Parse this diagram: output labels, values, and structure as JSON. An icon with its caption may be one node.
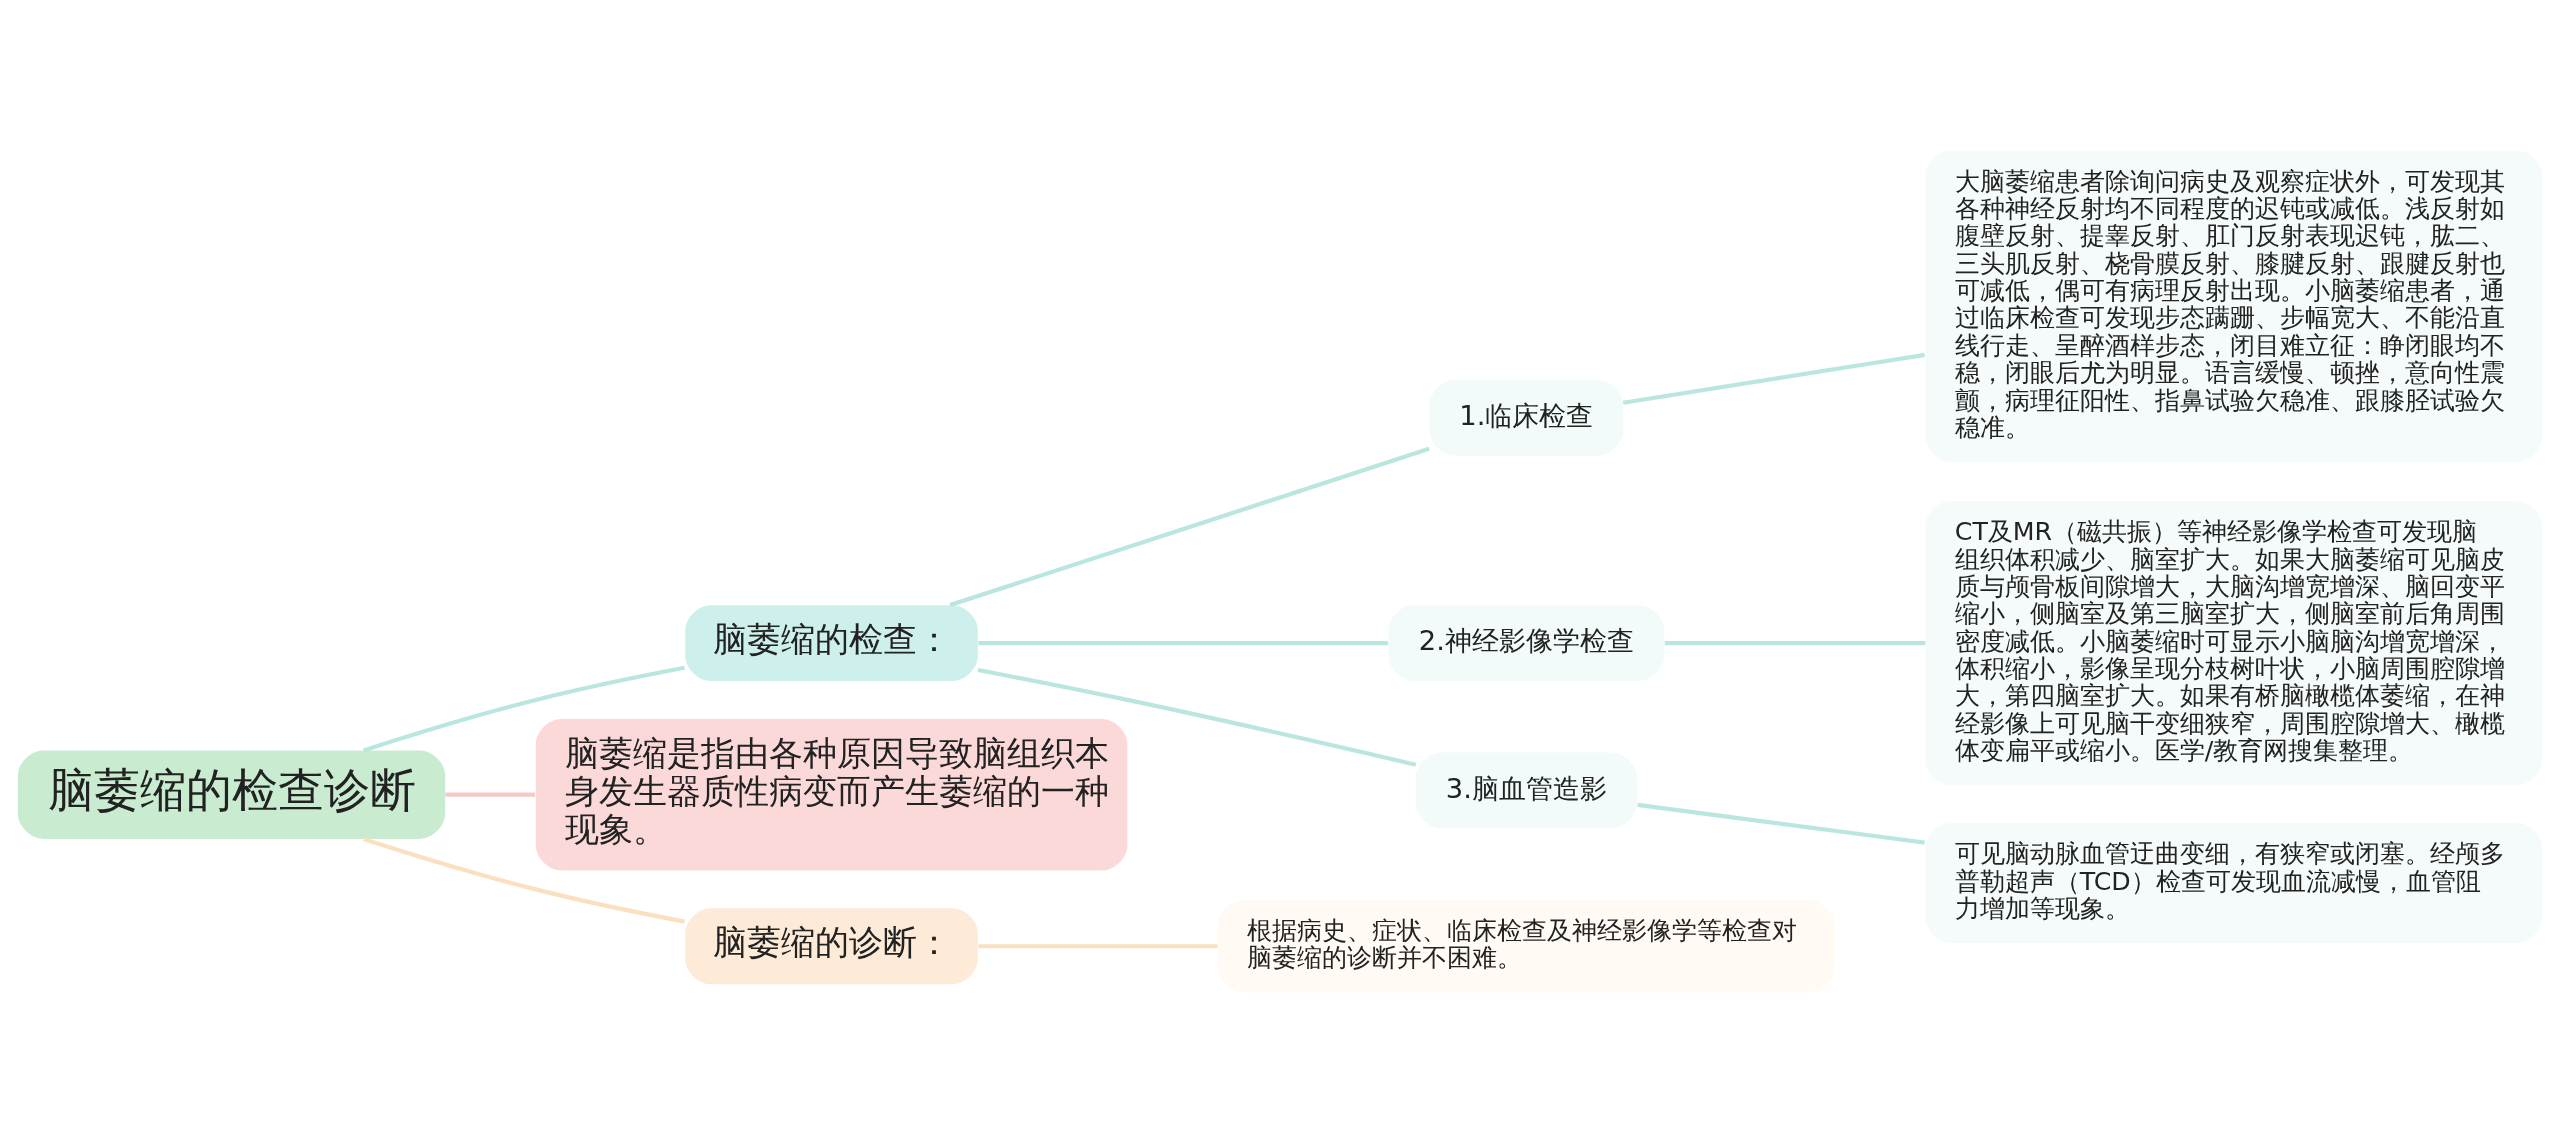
{
  "diagram": {
    "nodes": [
      {
        "text": [
          "脑萎缩的检查诊断"
        ]
      },
      {
        "text": [
          "脑萎缩的检查："
        ]
      },
      {
        "text": [
          "1.临床检查"
        ]
      },
      {
        "text": [
          "大脑萎缩患者除询问病史及观察症状外，可发现其各种神经反射均不同程度的迟钝或减低。浅反射如腹壁反射、提睾反射、肛门反射表现迟钝，肱二、三头肌反射、桡骨膜反射、膝腱反射、跟腱反射也可减低，偶可有病理反射出现。小脑萎缩患者，通过临床检查可发现步态蹒跚、步幅宽大、不能沿直线行走、呈醉酒样步态，闭目难立征：睁闭眼均不稳，闭眼后尤为明显。语言缓慢、顿挫，意向性震颤，病理征阳性、指鼻试验欠稳准、跟膝胫试验欠稳准。"
        ]
      },
      {
        "text": [
          "2.神经影像学检查"
        ]
      },
      {
        "text": [
          "CT及MR（磁共振）等神经影像学检查可发现脑组织体积减少、脑室扩大。如果大脑萎缩可见脑皮质与颅骨板间隙增大，大脑沟增宽增深、脑回变平缩小，侧脑室及第三脑室扩大，侧脑室前后角周围密度减低。小脑萎缩时可显示小脑脑沟增宽增深，体积缩小，影像呈现分枝树叶状，小脑周围腔隙增大，第四脑室扩大。如果有桥脑橄榄体萎缩，在神经影像上可见脑干变细狭窄，周围腔隙增大、橄榄体变扁平或缩小。医学/教育网搜集整理。"
        ]
      },
      {
        "text": [
          "3.脑血管造影"
        ]
      },
      {
        "text": [
          "可见脑动脉血管迂曲变细，有狭窄或闭塞。经颅多普勒超声（TCD）检查可发现血流减慢，血管阻力增加等现象。"
        ]
      },
      {
        "text": [
          "脑萎缩是指由各种原因导致脑组织本身发生器质性病变而产生萎缩的一种现象。"
        ]
      },
      {
        "text": [
          "脑萎缩的诊断："
        ]
      },
      {
        "text": [
          "根据病史、症状、临床检查及神经影像学等检查对脑萎缩的诊断并不困难。"
        ]
      }
    ],
    "edges": [
      {
        "from": 0,
        "to": 1,
        "arrow": "none"
      },
      {
        "from": 1,
        "to": 2,
        "arrow": "none"
      },
      {
        "from": 2,
        "to": 3,
        "arrow": "none"
      },
      {
        "from": 1,
        "to": 4,
        "arrow": "none"
      },
      {
        "from": 4,
        "to": 5,
        "arrow": "none"
      },
      {
        "from": 1,
        "to": 6,
        "arrow": "none"
      },
      {
        "from": 6,
        "to": 7,
        "arrow": "none"
      },
      {
        "from": 0,
        "to": 8,
        "arrow": "none",
        "color": "#f6c9c9"
      },
      {
        "from": 0,
        "to": 9,
        "arrow": "none",
        "color": "#fbe0c0"
      },
      {
        "from": 9,
        "to": 10,
        "arrow": "none",
        "color": "#fbe0c0"
      }
    ]
  }
}
